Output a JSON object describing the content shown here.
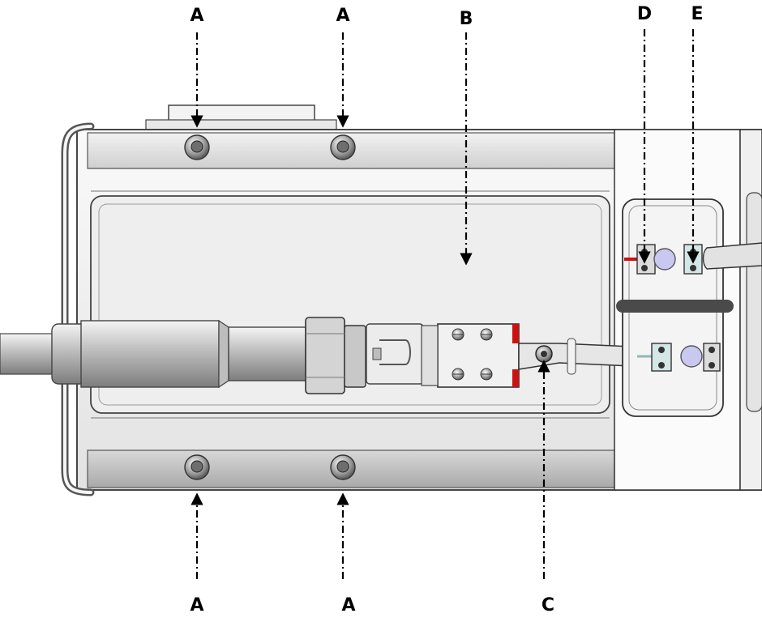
{
  "callouts": [
    {
      "id": "a1",
      "label": "A"
    },
    {
      "id": "a2",
      "label": "A"
    },
    {
      "id": "b",
      "label": "B"
    },
    {
      "id": "d",
      "label": "D"
    },
    {
      "id": "e",
      "label": "E"
    },
    {
      "id": "a3",
      "label": "A"
    },
    {
      "id": "a4",
      "label": "A"
    },
    {
      "id": "c",
      "label": "C"
    }
  ],
  "colors": {
    "housing": "#e6e6e6",
    "outline": "#3a3a3a",
    "accent_red": "#cc1111",
    "lens": "#c8c8f0"
  }
}
